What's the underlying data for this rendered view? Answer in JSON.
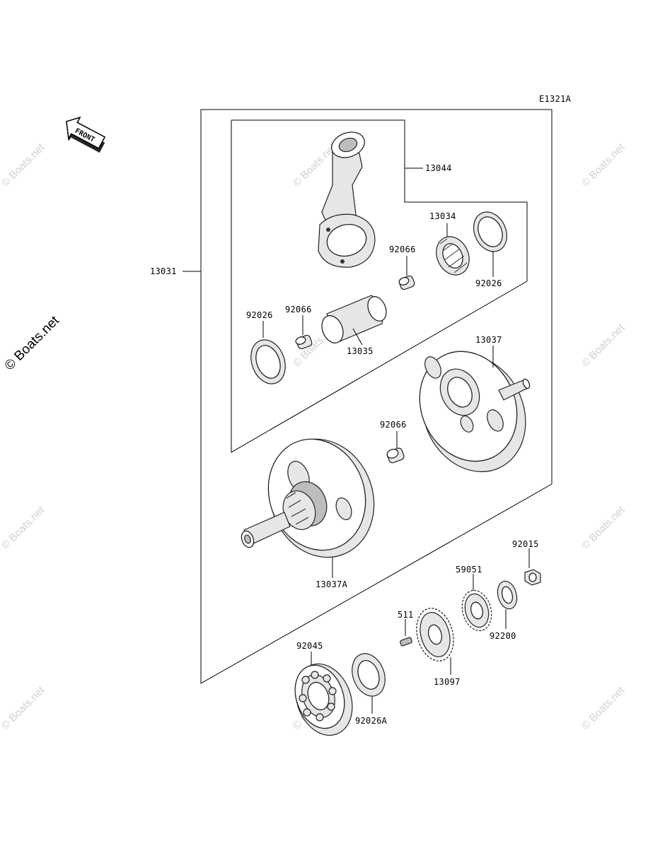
{
  "diagram_code": "E1321A",
  "front_label": "FRONT",
  "watermark": "© Boats.net",
  "parts": {
    "p13031": "13031",
    "p13044": "13044",
    "p13034": "13034",
    "p92066_a": "92066",
    "p92026_a": "92026",
    "p92026_b": "92026",
    "p92066_b": "92066",
    "p13035": "13035",
    "p13037": "13037",
    "p92066_c": "92066",
    "p13037A": "13037A",
    "p92015": "92015",
    "p59051": "59051",
    "p511": "511",
    "p92200": "92200",
    "p92045": "92045",
    "p13097": "13097",
    "p92026A": "92026A"
  }
}
